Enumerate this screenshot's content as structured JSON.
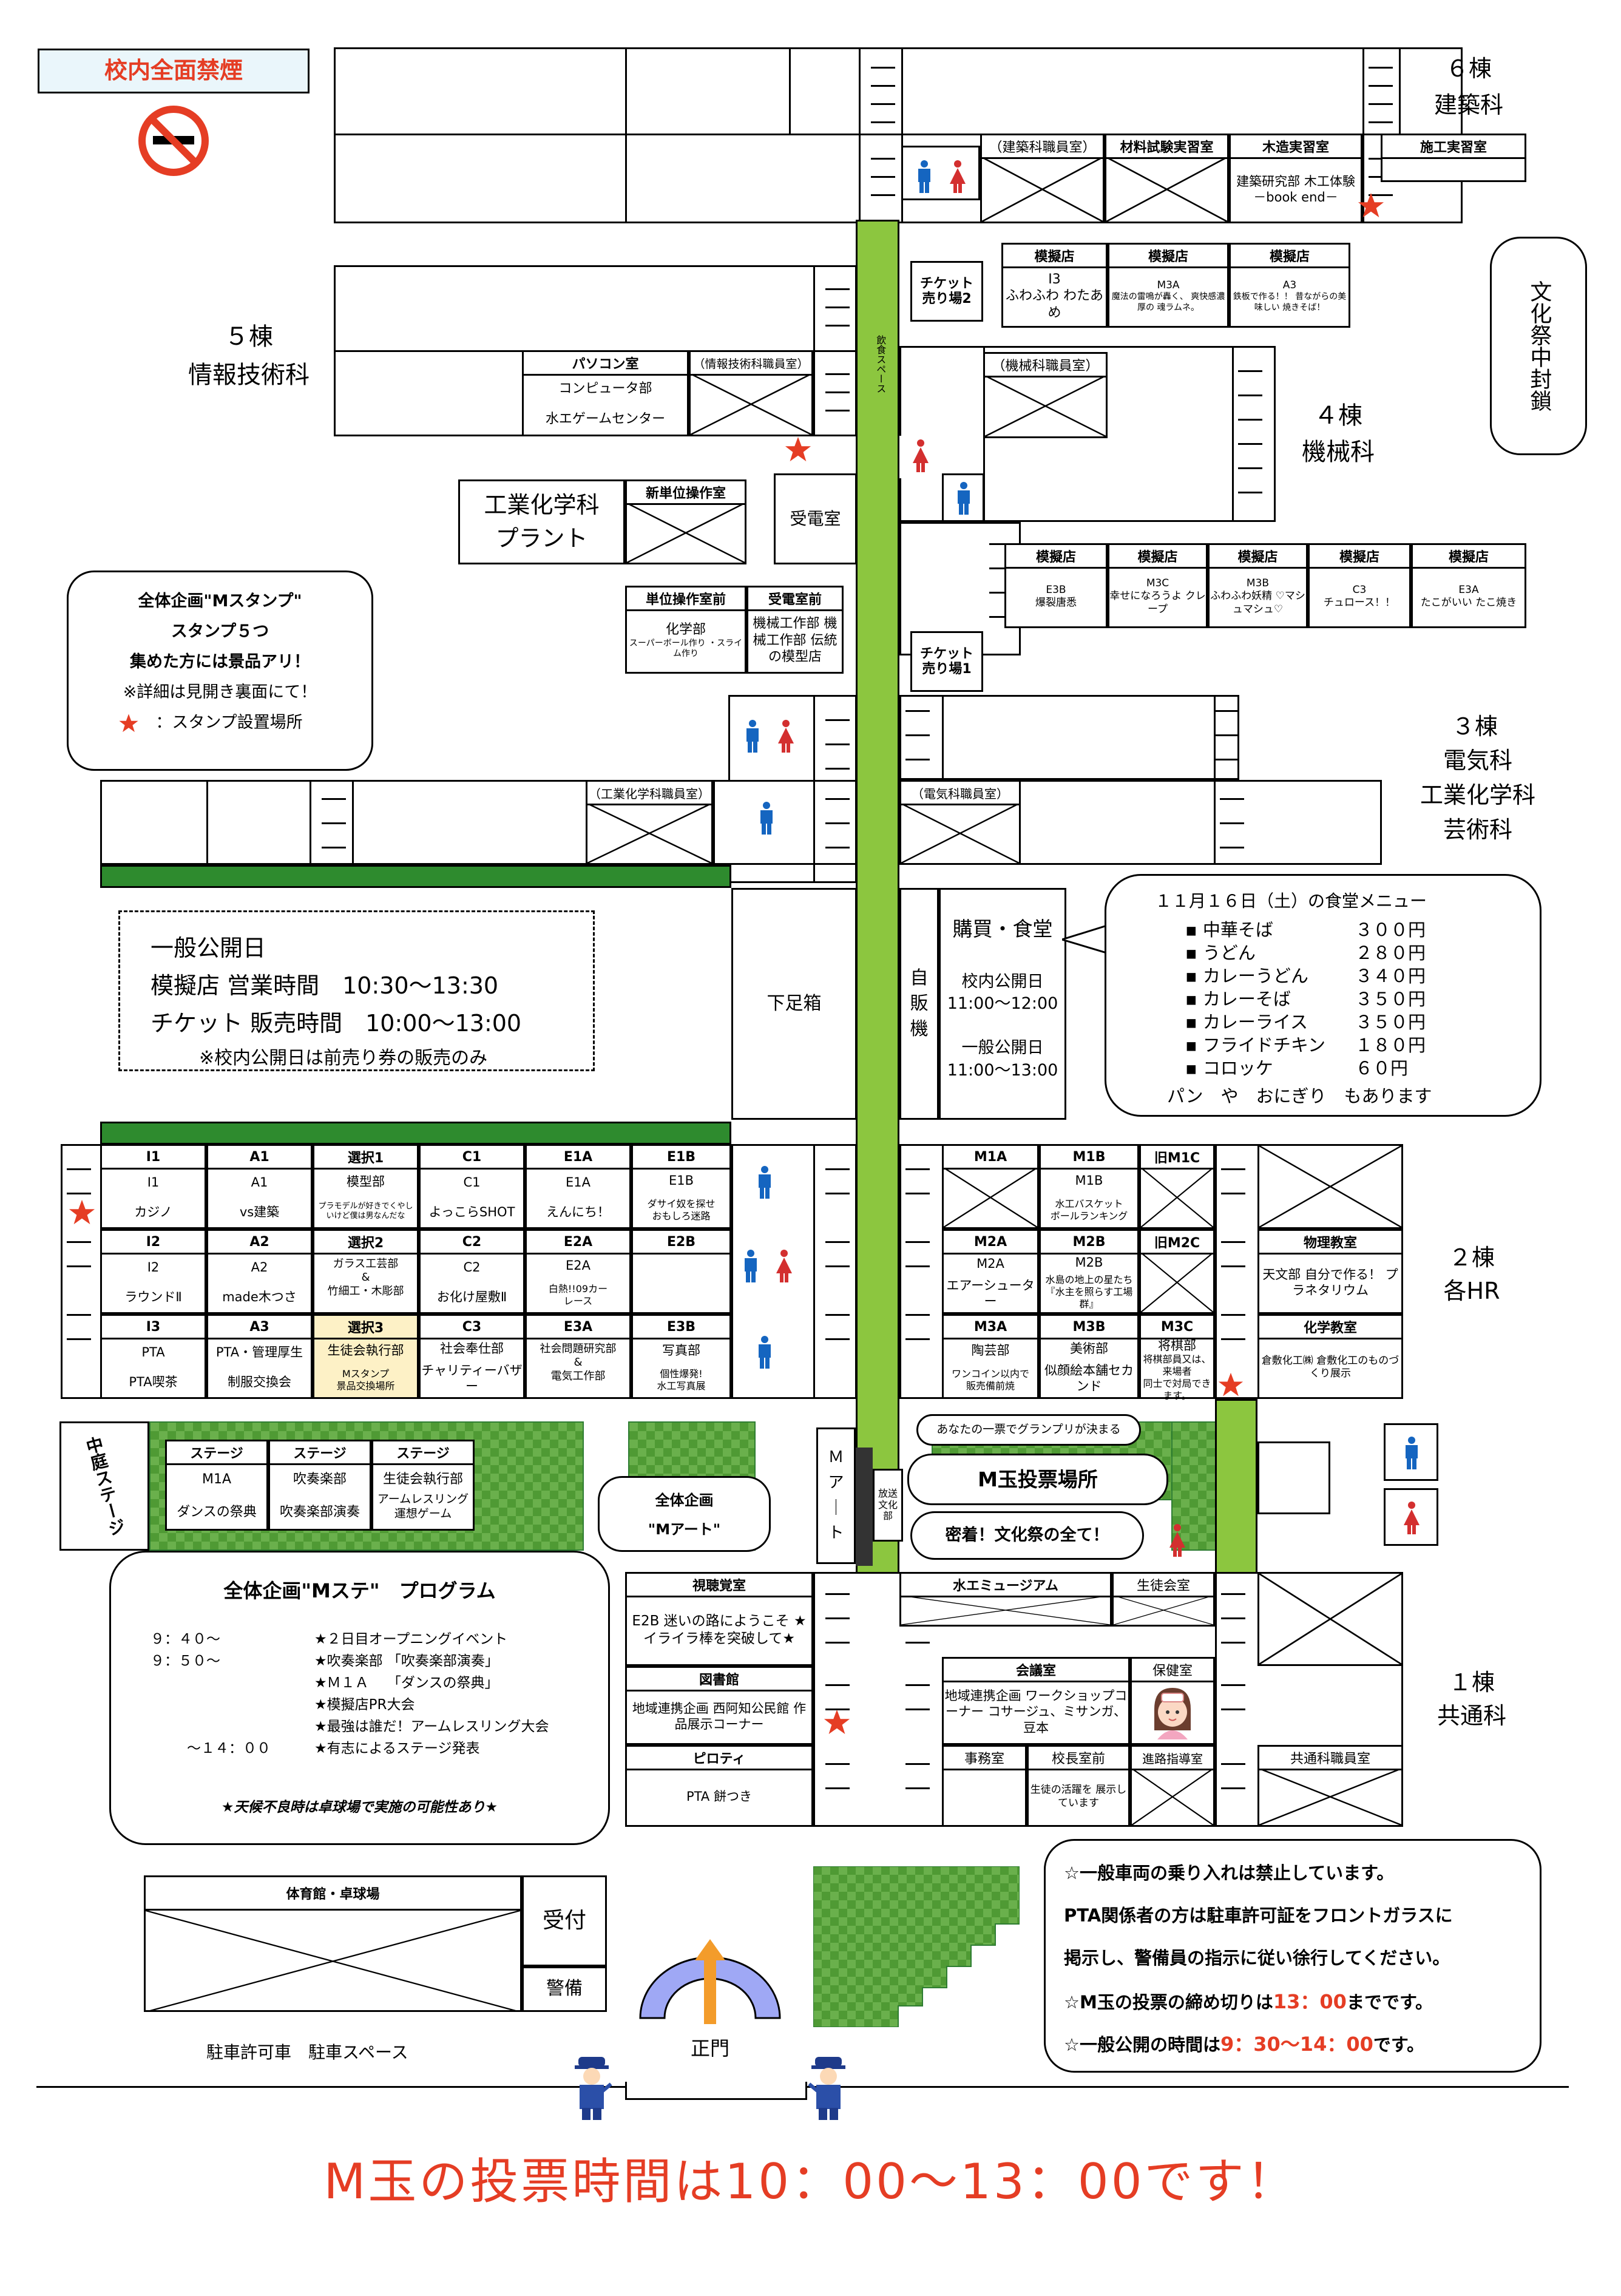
{
  "nosmoking": {
    "label": "校内全面禁煙"
  },
  "buildings": {
    "b6": {
      "name": "６棟",
      "dept": "建築科"
    },
    "b5": {
      "name": "５棟",
      "dept": "情報技術科"
    },
    "b4": {
      "name": "４棟",
      "dept": "機械科"
    },
    "b3": {
      "name": "３棟",
      "dept": "電気科\n工業化学科\n芸術科"
    },
    "b2": {
      "name": "２棟",
      "dept": "各HR"
    },
    "b1": {
      "name": "１棟",
      "dept": "共通科"
    }
  },
  "closed_notice": "文化祭中封鎖",
  "dining_space": "飲食スペース",
  "rooms": {
    "kenchiku_staff": "（建築科職員室）",
    "zairyo": "材料試験実習室",
    "mokuzo": "木造実習室",
    "mokuzo_body": "建築研究部\n\n木工体験\n－book end－",
    "seko": "施工実習室",
    "ticket2": "チケット\n売り場2",
    "ticket1": "チケット\n売り場1",
    "pc_room": "パソコン室",
    "pc_items": [
      "コンピュータ部",
      "水エゲームセンター"
    ],
    "joho_staff": "（情報技術科職員室）",
    "kikai_staff": "（機械科職員室）",
    "plant": "工業化学科\nプラント",
    "shintan": "新単位操作室",
    "juden": "受電室",
    "tan_mae": "単位操作室前",
    "tan_mae_body": "化学部",
    "tan_mae_small": "スーパーボール作り\n・スライム作り",
    "juden_mae": "受電室前",
    "juden_mae_body": "機械工作部\n機械工作部\n伝統の模型店",
    "kagaku_staff": "（工業化学科職員室）",
    "denki_staff": "（電気科職員室）",
    "shimo": "下足箱",
    "vending": "自\n販\n機",
    "cafeteria": "購買・食堂",
    "cafeteria_hours": "校内公開日\n11:00～12:00\n\n一般公開日\n11:00～13:00",
    "shichokaku": "視聴覚室",
    "shichokaku_body": "E2B\n迷いの路にようこそ\n★イライラ棒を突破して★",
    "museum": "水エミュージアム",
    "seito": "生徒会室",
    "library": "図書館",
    "library_body": "地域連携企画\n西阿知公民館\n作品展示コーナー",
    "kaigi": "会議室",
    "kaigi_body": "地域連携企画\nワークショップコーナー\nコサージュ、ミサンガ、豆本",
    "hoken": "保健室",
    "pilotis": "ピロティ",
    "pilotis_body": "PTA\n\n餅つき",
    "jimu": "事務室",
    "kocho": "校長室前",
    "kocho_body": "生徒の活躍を\n展示しています",
    "shinro": "進路指導室",
    "kyotsu_staff": "共通科職員室",
    "kagaku_room": "化学教室",
    "kagaku_body": "倉敷化工㈱\n倉敷化工のものづくり展示",
    "gym": "体育館・卓球場",
    "reception": "受付",
    "guard": "警備",
    "parking": "駐車許可車　駐車スペース",
    "gate": "正門",
    "broadcast": "放送\n文化部",
    "m_art": "Ｍ\nア\n｜\nト"
  },
  "shops_top": [
    {
      "h": "模擬店",
      "id": "I3",
      "body": "ふわふわ\nわたあめ"
    },
    {
      "h": "模擬店",
      "id": "M3A",
      "body": "魔法の雷鳴が轟く、\n爽快感濃厚の\n魂ラムネ。"
    },
    {
      "h": "模擬店",
      "id": "A3",
      "body": "鉄板で作る！！\n昔ながらの美味しい\n焼きそば！"
    }
  ],
  "shops_mid": [
    {
      "h": "模擬店",
      "id": "E3B",
      "body": "爆裂唐悉"
    },
    {
      "h": "模擬店",
      "id": "M3C",
      "body": "幸せになろうよ\nクレープ"
    },
    {
      "h": "模擬店",
      "id": "M3B",
      "body": "ふわふわ妖精\n♡マシュマシュ♡"
    },
    {
      "h": "模擬店",
      "id": "C3",
      "body": "チュロース！！"
    },
    {
      "h": "模擬店",
      "id": "E3A",
      "body": "たこがいい\nたこ焼き"
    }
  ],
  "hr_left": [
    [
      {
        "h": "I1",
        "a": "I1",
        "b": "カジノ"
      },
      {
        "h": "A1",
        "a": "A1",
        "b": "vs建築"
      },
      {
        "h": "選択1",
        "a": "模型部",
        "b": "プラモデルが好きでくやし\nいけど僕は男なんだな",
        "small": true
      },
      {
        "h": "C1",
        "a": "C1",
        "b": "よっこらSHOT"
      },
      {
        "h": "E1A",
        "a": "E1A",
        "b": "えんにち！"
      },
      {
        "h": "E1B",
        "a": "E1B",
        "b": "ダサイ奴を探せ\nおもしろ迷路"
      }
    ],
    [
      {
        "h": "I2",
        "a": "I2",
        "b": "ラウンドⅡ"
      },
      {
        "h": "A2",
        "a": "A2",
        "b": "made木つさ"
      },
      {
        "h": "選択2",
        "a": "ガラス工芸部\n&\n竹細工・木彫部",
        "b": ""
      },
      {
        "h": "C2",
        "a": "C2",
        "b": "お化け屋敷Ⅱ"
      },
      {
        "h": "E2A",
        "a": "E2A",
        "b": "白熱!!09カー\nレース"
      },
      {
        "h": "E2B",
        "a": "",
        "b": ""
      }
    ],
    [
      {
        "h": "I3",
        "a": "PTA",
        "b": "PTA喫茶"
      },
      {
        "h": "A3",
        "a": "PTA・管理厚生",
        "b": "制服交換会"
      },
      {
        "h": "選択3",
        "a": "生徒会執行部",
        "b": "Mスタンプ\n景品交換場所",
        "hl": true
      },
      {
        "h": "C3",
        "a": "社会奉仕部",
        "b": "チャリティーバザー"
      },
      {
        "h": "E3A",
        "a": "社会問題研究部\n&\n電気工作部",
        "b": ""
      },
      {
        "h": "E3B",
        "a": "写真部",
        "b": "個性爆発!\n水工写真展"
      }
    ]
  ],
  "hr_right": [
    [
      {
        "h": "M1A",
        "a": "",
        "b": "",
        "x": true
      },
      {
        "h": "M1B",
        "a": "M1B",
        "b": "水工バスケット\nボールランキング"
      },
      {
        "h": "旧M1C",
        "a": "",
        "b": "",
        "x": true
      }
    ],
    [
      {
        "h": "M2A",
        "a": "M2A",
        "b": "エアーシューター"
      },
      {
        "h": "M2B",
        "a": "M2B",
        "b": "水島の地上の星たち\n『水主を照らす工場群』"
      },
      {
        "h": "旧M2C",
        "a": "",
        "b": "",
        "x": true
      }
    ],
    [
      {
        "h": "M3A",
        "a": "陶芸部",
        "b": "ワンコイン以内で\n販売備前焼"
      },
      {
        "h": "M3B",
        "a": "美術部",
        "b": "似顔絵本舗セカンド"
      },
      {
        "h": "M3C",
        "a": "将棋部",
        "b": "将棋部員又は、来場者\n同士で対局できます。"
      }
    ]
  ],
  "astro": {
    "h": "物理教室",
    "body": "天文部\n\n自分で作る！\nプラネタリウム"
  },
  "stage": {
    "side_label": "中庭ステージ",
    "cols": [
      {
        "h": "ステージ",
        "a": "M1A",
        "b": "ダンスの祭典"
      },
      {
        "h": "ステージ",
        "a": "吹奏楽部",
        "b": "吹奏楽部演奏"
      },
      {
        "h": "ステージ",
        "a": "生徒会執行部",
        "b": "アームレスリング\n運想ゲーム"
      }
    ]
  },
  "stamp_bubble": {
    "l1": "全体企画\"Mスタンプ\"",
    "l2": "スタンプ５つ",
    "l3": "集めた方には景品アリ！",
    "l4": "※詳細は見開き裏面にて！",
    "l5": "：スタンプ設置場所"
  },
  "open_day": {
    "l1": "一般公開日",
    "l2": "模擬店 営業時間　10:30～13:30",
    "l3": "チケット 販売時間　10:00～13:00",
    "l4": "※校内公開日は前売り券の販売のみ"
  },
  "menu": {
    "title": "１１月１６日（土）の食堂メニュー",
    "items": [
      {
        "n": "中華そば",
        "p": "３００円"
      },
      {
        "n": "うどん",
        "p": "２８０円"
      },
      {
        "n": "カレーうどん",
        "p": "３４０円"
      },
      {
        "n": "カレーそば",
        "p": "３５０円"
      },
      {
        "n": "カレーライス",
        "p": "３５０円"
      },
      {
        "n": "フライドチキン",
        "p": "１８０円"
      },
      {
        "n": "コロッケ",
        "p": "６０円"
      }
    ],
    "footer": "パン　や　おにぎり　もあります"
  },
  "vote": {
    "tip": "あなたの一票でグランプリが決まる",
    "place": "M玉投票場所",
    "art1": "全体企画",
    "art2": "\"Mアート\"",
    "art_tag": "密着！文化祭の全て！"
  },
  "program": {
    "title": "全体企画\"Mステ\"　プログラム",
    "rows": [
      {
        "t": "９：４０～",
        "e": "★２日目オープニングイベント"
      },
      {
        "t": "９：５０～",
        "e": "★吹奏楽部 「吹奏楽部演奏」"
      },
      {
        "t": "",
        "e": "★Ｍ１Ａ　 「ダンスの祭典」"
      },
      {
        "t": "",
        "e": "★模擬店PR大会"
      },
      {
        "t": "",
        "e": "★最強は誰だ！アームレスリング大会"
      },
      {
        "t": "～１４：００",
        "e": "★有志によるステージ発表"
      }
    ],
    "note": "★天候不良時は卓球場で実施の可能性あり★"
  },
  "notice": {
    "l1": "☆一般車両の乗り入れは禁止しています。",
    "l2": "PTA関係者の方は駐車許可証をフロントガラスに",
    "l3": "掲示し、警備員の指示に従い徐行してください。",
    "l4a": "☆M玉の投票の締め切りは",
    "l4b": "13：00",
    "l4c": "までです。",
    "l5a": "☆一般公開の時間は",
    "l5b": "9：30～14：00",
    "l5c": "です。"
  },
  "bottom_banner": "M玉の投票時間は10：00～13：00です！",
  "colors": {
    "green": "#8cc63f",
    "red": "#e53d24",
    "male": "#1565c0",
    "female": "#d32f2f",
    "highlight": "#fdf1c6"
  }
}
